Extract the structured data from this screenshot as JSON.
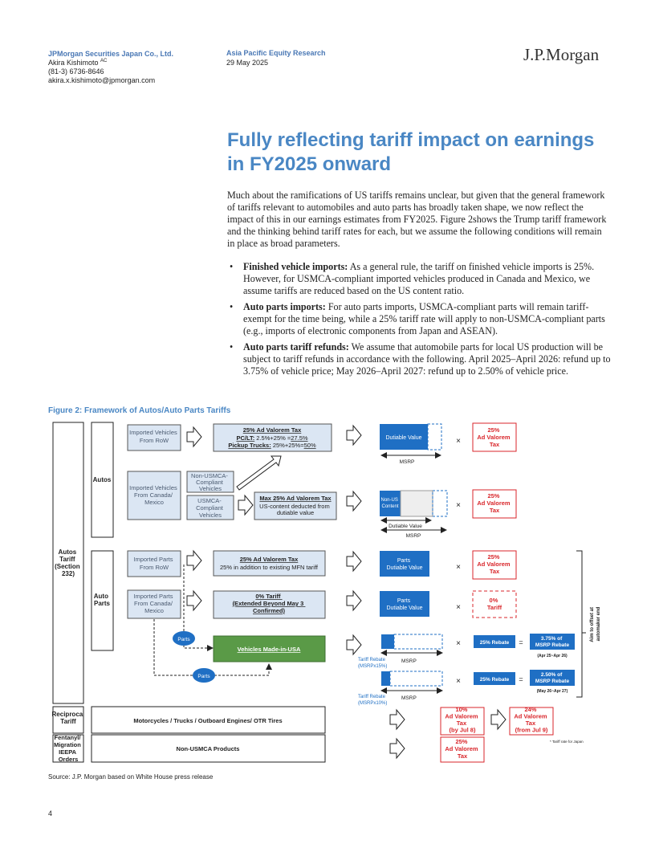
{
  "header": {
    "firm": "JPMorgan Securities Japan Co., Ltd.",
    "analyst": "Akira Kishimoto",
    "analyst_sup": "AC",
    "phone": "(81-3) 6736-8646",
    "email": "akira.x.kishimoto@jpmorgan.com",
    "department": "Asia Pacific Equity Research",
    "date": "29 May 2025",
    "logo": "J.P.Morgan"
  },
  "article": {
    "title": "Fully reflecting tariff impact on earnings in FY2025 onward",
    "intro": "Much about the ramifications of US tariffs remains unclear, but given that the general framework of tariffs relevant to automobiles and auto parts has broadly taken shape, we now reflect the impact of this in our earnings estimates from FY2025. Figure 2shows the Trump tariff framework and the thinking behind tariff rates for each, but we assume the following conditions will remain in place as broad parameters.",
    "bullets": [
      {
        "lead": "Finished vehicle imports:",
        "text": " As a general rule, the tariff on finished vehicle imports is 25%. However, for USMCA-compliant imported vehicles produced in Canada and Mexico, we assume tariffs are reduced based on the US content ratio."
      },
      {
        "lead": "Auto parts imports:",
        "text": " For auto parts imports, USMCA-compliant parts will remain tariff-exempt for the time being, while a 25% tariff rate will apply to non-USMCA-compliant parts (e.g., imports of electronic components from Japan and ASEAN)."
      },
      {
        "lead": "Auto parts tariff refunds:",
        "text": " We assume that automobile parts for local US production will be subject to tariff refunds in accordance with the following. April 2025–April 2026: refund up to 3.75% of vehicle price; May 2026–April 2027: refund up to 2.50% of vehicle price."
      }
    ]
  },
  "figure": {
    "title": "Figure 2: Framework of Autos/Auto Parts Tariffs",
    "left_main": [
      "Autos",
      "Tariff",
      "(Section",
      "232)"
    ],
    "autos_label": "Autos",
    "auto_parts_label": [
      "Auto",
      "Parts"
    ],
    "reciprocal_label": [
      "Reciproca",
      "Tariff"
    ],
    "fentanyl_label": [
      "Fentanyl/",
      "Migration",
      "IEEPA",
      "Orders"
    ],
    "imported_vehicles_row": [
      "Imported Vehicles",
      "From RoW"
    ],
    "imported_vehicles_can": [
      "Imported Vehicles",
      "From Canada/",
      "Mexico"
    ],
    "non_usmca": [
      "Non-USMCA-",
      "Compliant",
      "Vehicles"
    ],
    "usmca": [
      "USMCA-",
      "Compliant",
      "Vehicles"
    ],
    "av25_title": "25% Ad Valorem Tax",
    "av25_pclt_label": "PC/LT:",
    "av25_pclt_val": " 2.5%+25% =",
    "av25_pclt_res": "27.5%",
    "av25_pickup_label": "Pickup Trucks:",
    "av25_pickup_val": " 25%+25%=",
    "av25_pickup_res": "50%",
    "max25_title": "Max 25% Ad Valorem Tax",
    "max25_sub": [
      "US-content deducted from",
      "dutiable value"
    ],
    "imported_parts_row": [
      "Imported Parts",
      "From RoW"
    ],
    "imported_parts_can": [
      "Imported Parts",
      "From Canada/",
      "Mexico"
    ],
    "parts_av25_title": "25% Ad Valorem Tax",
    "parts_av25_sub": "25% in addition to existing MFN tariff",
    "zero_tariff": [
      "0% Tariff",
      "(Extended Beyond May 3",
      "Confirmed)"
    ],
    "vehicles_made_in_usa": "Vehicles Made-in-USA",
    "parts_tag": "Parts",
    "dutiable_value": "Dutiable Value",
    "msrp": "MSRP",
    "non_us_content": [
      "Non-US",
      "Content"
    ],
    "parts_dutiable_value": [
      "Parts",
      "Dutiable Value"
    ],
    "times": "×",
    "equals": "=",
    "tax25": [
      "25%",
      "Ad Valorem",
      "Tax"
    ],
    "tariff0": [
      "0%",
      "Tariff"
    ],
    "tariff_rebate_15": [
      "Tariff Rebate",
      "(MSRPx15%)"
    ],
    "tariff_rebate_10": [
      "Tariff Rebate",
      "(MSRPx10%)"
    ],
    "rebate25": "25% Rebate",
    "msrp_375": [
      "3.75% of",
      "MSRP Rebate"
    ],
    "msrp_250": [
      "2.50% of",
      "MSRP Rebate"
    ],
    "period1": "(Apr 25~Apr 26)",
    "period2": "(May 26~Apr 27)",
    "aim_offset": [
      "Aim to offset at",
      "automaker end"
    ],
    "motorcycles": "Motorcycles / Trucks / Outboard Engines/ OTR Tires",
    "non_usmca_products": "Non-USMCA Products",
    "tax10": [
      "10%",
      "Ad Valorem",
      "Tax",
      "(by Jul 8)"
    ],
    "tax24": [
      "24%",
      "Ad Valorem",
      "Tax",
      "(from Jul 9)"
    ],
    "tariff_rate_japan": "* Tariff rate for Japan",
    "tax25_bottom": [
      "25%",
      "Ad Valorem",
      "Tax"
    ],
    "colors": {
      "accent": "#4a87c4",
      "blue_box": "#1f6fc4",
      "red": "#d9262b",
      "green": "#5a9a47",
      "light_blue_fill": "#dbe6f3"
    }
  },
  "source": "Source: J.P. Morgan based on White House press release",
  "page_number": "4"
}
